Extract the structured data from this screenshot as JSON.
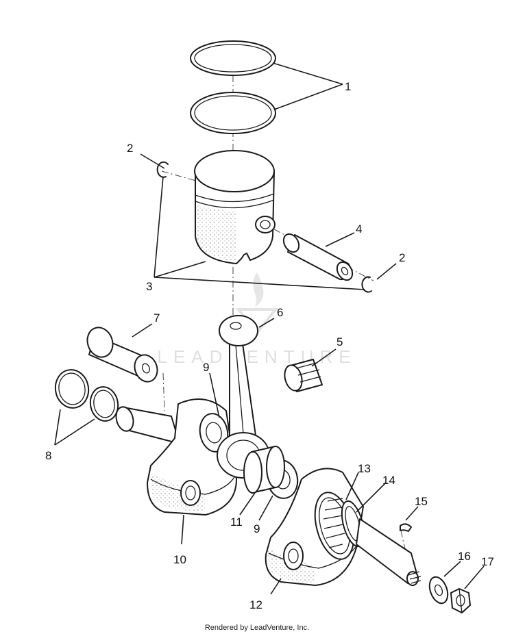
{
  "watermark": {
    "text": "LEADVENTURE"
  },
  "callouts": [
    {
      "id": "1",
      "text": "1"
    },
    {
      "id": "2a",
      "text": "2"
    },
    {
      "id": "2b",
      "text": "2"
    },
    {
      "id": "3",
      "text": "3"
    },
    {
      "id": "4",
      "text": "4"
    },
    {
      "id": "5",
      "text": "5"
    },
    {
      "id": "6",
      "text": "6"
    },
    {
      "id": "7",
      "text": "7"
    },
    {
      "id": "8",
      "text": "8"
    },
    {
      "id": "9a",
      "text": "9"
    },
    {
      "id": "9b",
      "text": "9"
    },
    {
      "id": "10",
      "text": "10"
    },
    {
      "id": "11",
      "text": "11"
    },
    {
      "id": "12",
      "text": "12"
    },
    {
      "id": "13",
      "text": "13"
    },
    {
      "id": "14",
      "text": "14"
    },
    {
      "id": "15",
      "text": "15"
    },
    {
      "id": "16",
      "text": "16"
    },
    {
      "id": "17",
      "text": "17"
    }
  ],
  "footer": {
    "text": "Rendered by LeadVenture, Inc."
  }
}
